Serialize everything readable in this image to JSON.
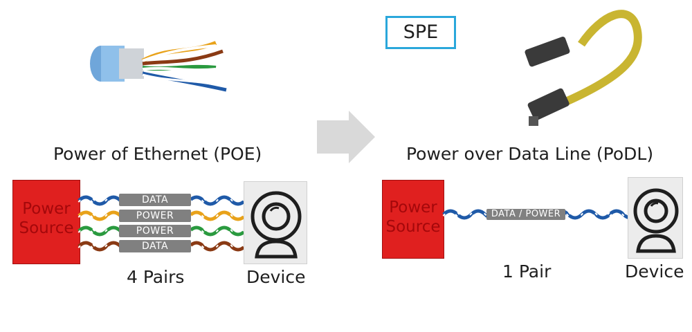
{
  "badge": "SPE",
  "left": {
    "title": "Power of Ethernet (POE)",
    "power_source": [
      "Power",
      "Source"
    ],
    "pairs": [
      {
        "label": "DATA",
        "color": "#1f5aa8"
      },
      {
        "label": "POWER",
        "color": "#e8a21a"
      },
      {
        "label": "POWER",
        "color": "#2a9a3f"
      },
      {
        "label": "DATA",
        "color": "#8a3a14"
      }
    ],
    "pairs_caption": "4 Pairs",
    "device_caption": "Device"
  },
  "right": {
    "title": "Power over Data Line (PoDL)",
    "power_source": [
      "Power",
      "Source"
    ],
    "pair_label": "DATA / POWER",
    "pair_color": "#1f5aa8",
    "pairs_caption": "1 Pair",
    "device_caption": "Device"
  },
  "colors": {
    "power_source_fill": "#e0201f",
    "label_pill": "#808080",
    "badge_border": "#2aa7db",
    "arrow": "#d9d9d9",
    "cable_yellow": "#c9b531"
  },
  "icons": [
    "poe-cable-photo",
    "spe-cable-photo",
    "webcam-icon",
    "right-arrow-icon"
  ]
}
